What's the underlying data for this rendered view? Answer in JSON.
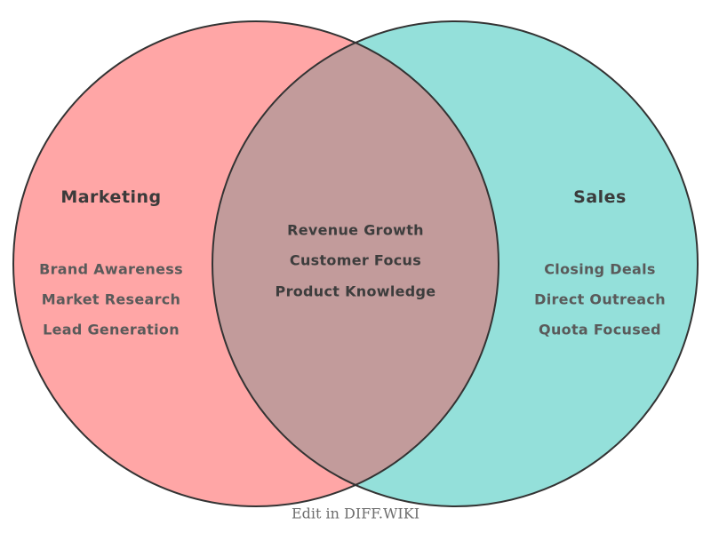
{
  "venn": {
    "outline_color": "#333333",
    "left": {
      "title": "Marketing",
      "color": "#FFA6A6",
      "items": [
        "Brand Awareness",
        "Market Research",
        "Lead Generation"
      ]
    },
    "right": {
      "title": "Sales",
      "color": "#94E0DA",
      "items": [
        "Closing Deals",
        "Direct Outreach",
        "Quota Focused"
      ]
    },
    "intersection": {
      "color": "#C29B9B",
      "items": [
        "Revenue Growth",
        "Customer Focus",
        "Product Knowledge"
      ]
    }
  },
  "footer": {
    "label": "Edit in DIFF.WIKI"
  }
}
